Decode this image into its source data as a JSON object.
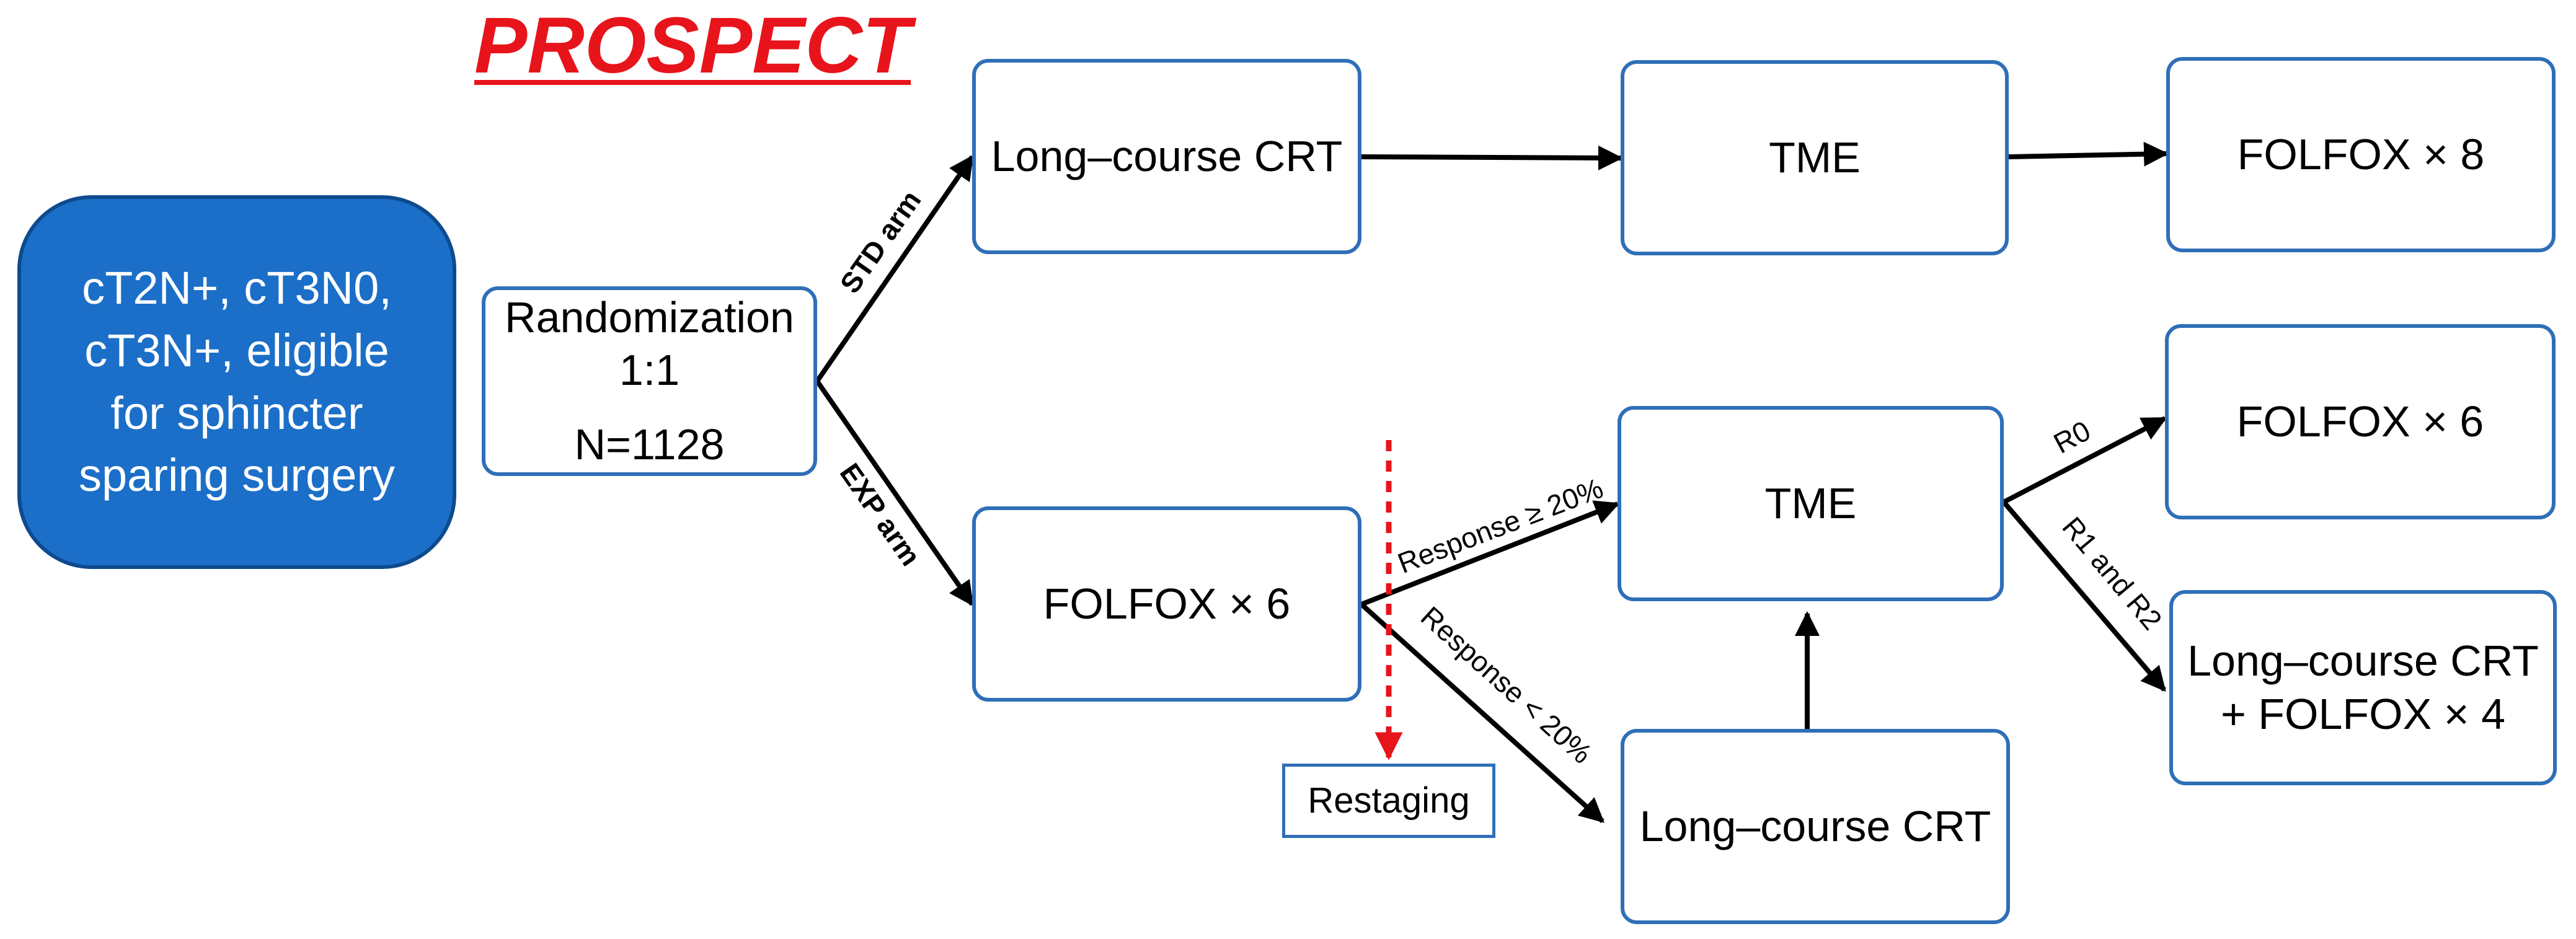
{
  "title": "PROSPECT",
  "boxes": {
    "eligibility": [
      "cT2N+, cT3N0,",
      "cT3N+, eligible",
      "for sphincter",
      "sparing surgery"
    ],
    "randomization": [
      "Randomization",
      "1:1"
    ],
    "sample_size": "N=1128",
    "std_crt": "Long–course CRT",
    "std_tme": "TME",
    "std_folfox8": "FOLFOX × 8",
    "exp_folfox6": "FOLFOX × 6",
    "exp_tme": "TME",
    "exp_crt": "Long–course CRT",
    "r0_folfox6": "FOLFOX × 6",
    "r1r2_treatment": [
      "Long–course CRT",
      "+ FOLFOX × 4"
    ],
    "restaging": "Restaging"
  },
  "labels": {
    "std_arm": "STD arm",
    "exp_arm": "EXP arm",
    "response_ge": "Response ≥ 20%",
    "response_lt": "Response < 20%",
    "r0": "R0",
    "r1_r2": "R1 and R2"
  },
  "colors": {
    "title": "#e8141b",
    "box_border": "#2f6fb8",
    "filled_box": "#1b6fc8",
    "restaging_arrow": "#e8141b"
  }
}
